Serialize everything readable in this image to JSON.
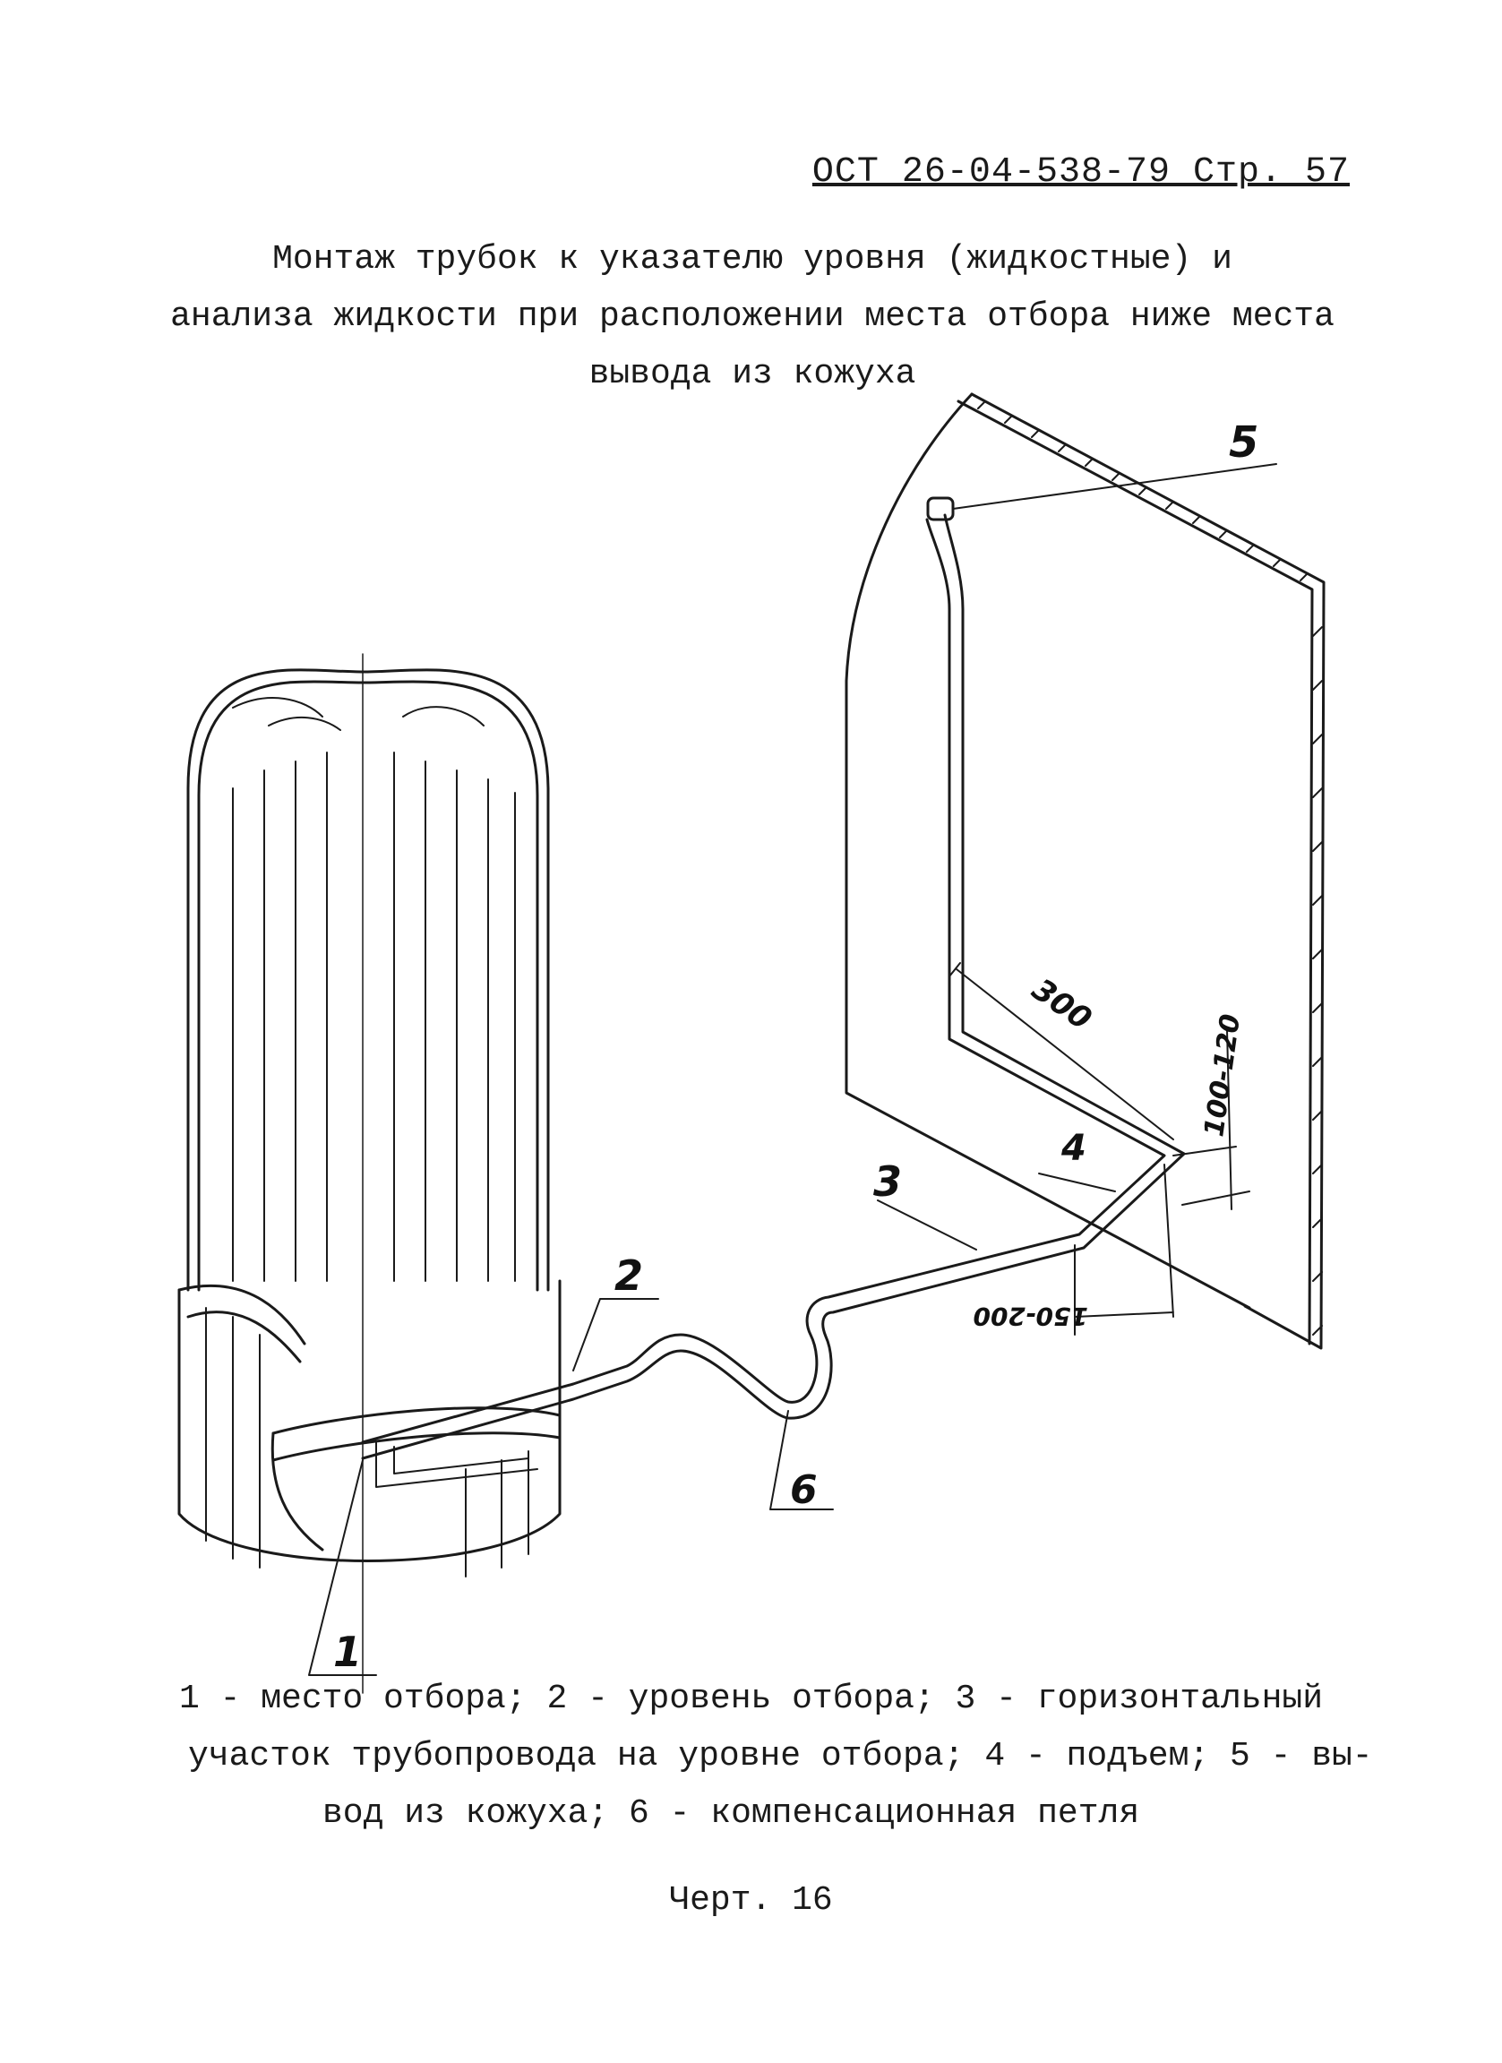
{
  "header": {
    "doc_ref": "ОСТ 26-04-538-79 Стр. 57"
  },
  "title": {
    "line1": "Монтаж трубок к указателю уровня (жидкостные)  и",
    "line2": "анализа жидкости при расположении места отбора ниже  места",
    "line3": "вывода из кожуха"
  },
  "drawing": {
    "callouts": {
      "c1": "1",
      "c2": "2",
      "c3": "3",
      "c4": "4",
      "c5": "5",
      "c6": "6"
    },
    "dimensions": {
      "d300": "300",
      "d100_120": "100-120",
      "d150_200": "150-200"
    }
  },
  "caption": {
    "line1": "1 - место отбора; 2 - уровень отбора; 3 - горизонтальный",
    "line2": "участок трубопровода на уровне отбора; 4 - подъем; 5 - вы-",
    "line3": "вод из кожуха; 6 - компенсационная петля"
  },
  "figure_label": "Черт. 16"
}
